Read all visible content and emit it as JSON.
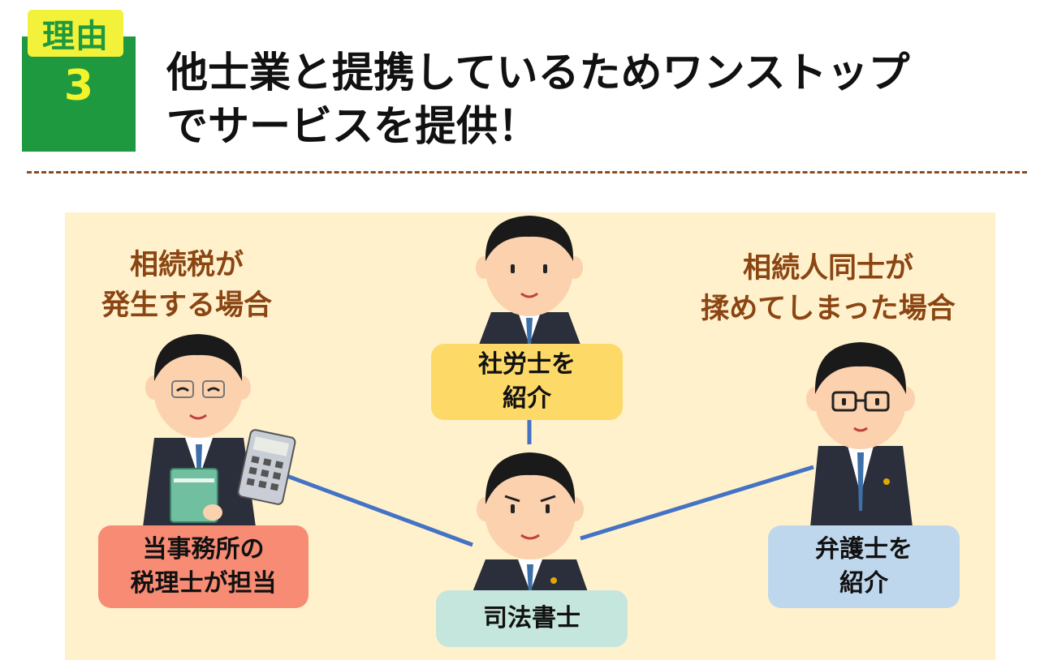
{
  "badge": {
    "label": "理由",
    "number": "3"
  },
  "headline": {
    "line1": "他士業と提携しているためワンストップ",
    "line2": "でサービスを提供！"
  },
  "left_case": {
    "line1": "相続税が",
    "line2": "発生する場合"
  },
  "right_case": {
    "line1": "相続人同士が",
    "line2": "揉めてしまった場合"
  },
  "boxes": {
    "labor": {
      "line1": "社労士を",
      "line2": "紹介",
      "color": "#fdd968"
    },
    "tax": {
      "line1": "当事務所の",
      "line2": "税理士が担当",
      "color": "#f78b74"
    },
    "scrivener": {
      "line1": "司法書士",
      "color": "#c5e6dc"
    },
    "lawyer": {
      "line1": "弁護士を",
      "line2": "紹介",
      "color": "#bfd7ec"
    }
  },
  "colors": {
    "badge_green": "#1f9940",
    "badge_yellow": "#f2f23a",
    "panel_bg": "#fff1cc",
    "heading_brown": "#8a4513",
    "connector_blue": "#4472c4",
    "suit": "#2b2e3b"
  }
}
